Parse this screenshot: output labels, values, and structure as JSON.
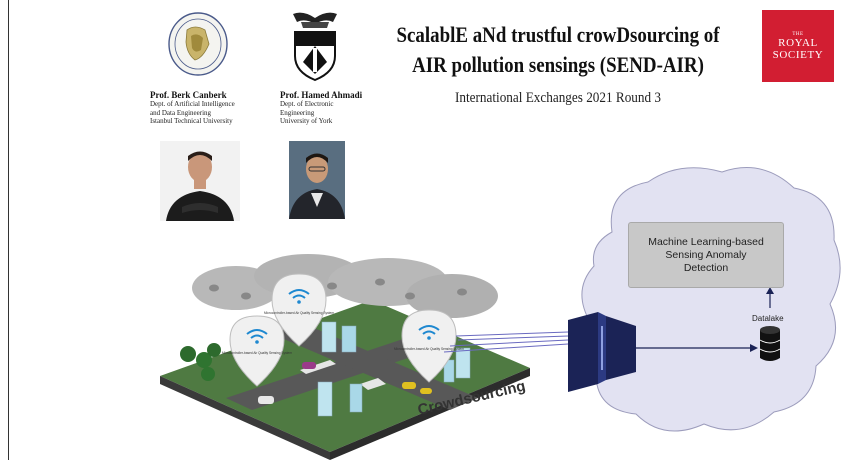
{
  "poster": {
    "title_line1": "ScalablE aNd trustful crowDsourcing of",
    "title_line2": "AIR pollution sensings (SEND-AIR)",
    "subtitle": "International Exchanges 2021 Round 3"
  },
  "logo": {
    "royal_small": "THE",
    "royal_line1": "ROYAL",
    "royal_line2": "SOCIETY",
    "color": "#d21e32"
  },
  "people": [
    {
      "name": "Prof. Berk Canberk",
      "dept1": "Dept. of Artificial Intelligence",
      "dept2": "and Data Engineering",
      "dept3": "Istanbul Technical University"
    },
    {
      "name": "Prof. Hamed Ahmadi",
      "dept1": "Dept. of Electronic",
      "dept2": "Engineering",
      "dept3": "University of York"
    }
  ],
  "diagram": {
    "ml_line1": "Machine Learning-based",
    "ml_line2": "Sensing Anomaly",
    "ml_line3": "Detection",
    "datalake": "Datalake",
    "crowdsourcing": "Crowdsourcing",
    "pin_text": "Microcontroller-based Air Quality Sensing System"
  }
}
